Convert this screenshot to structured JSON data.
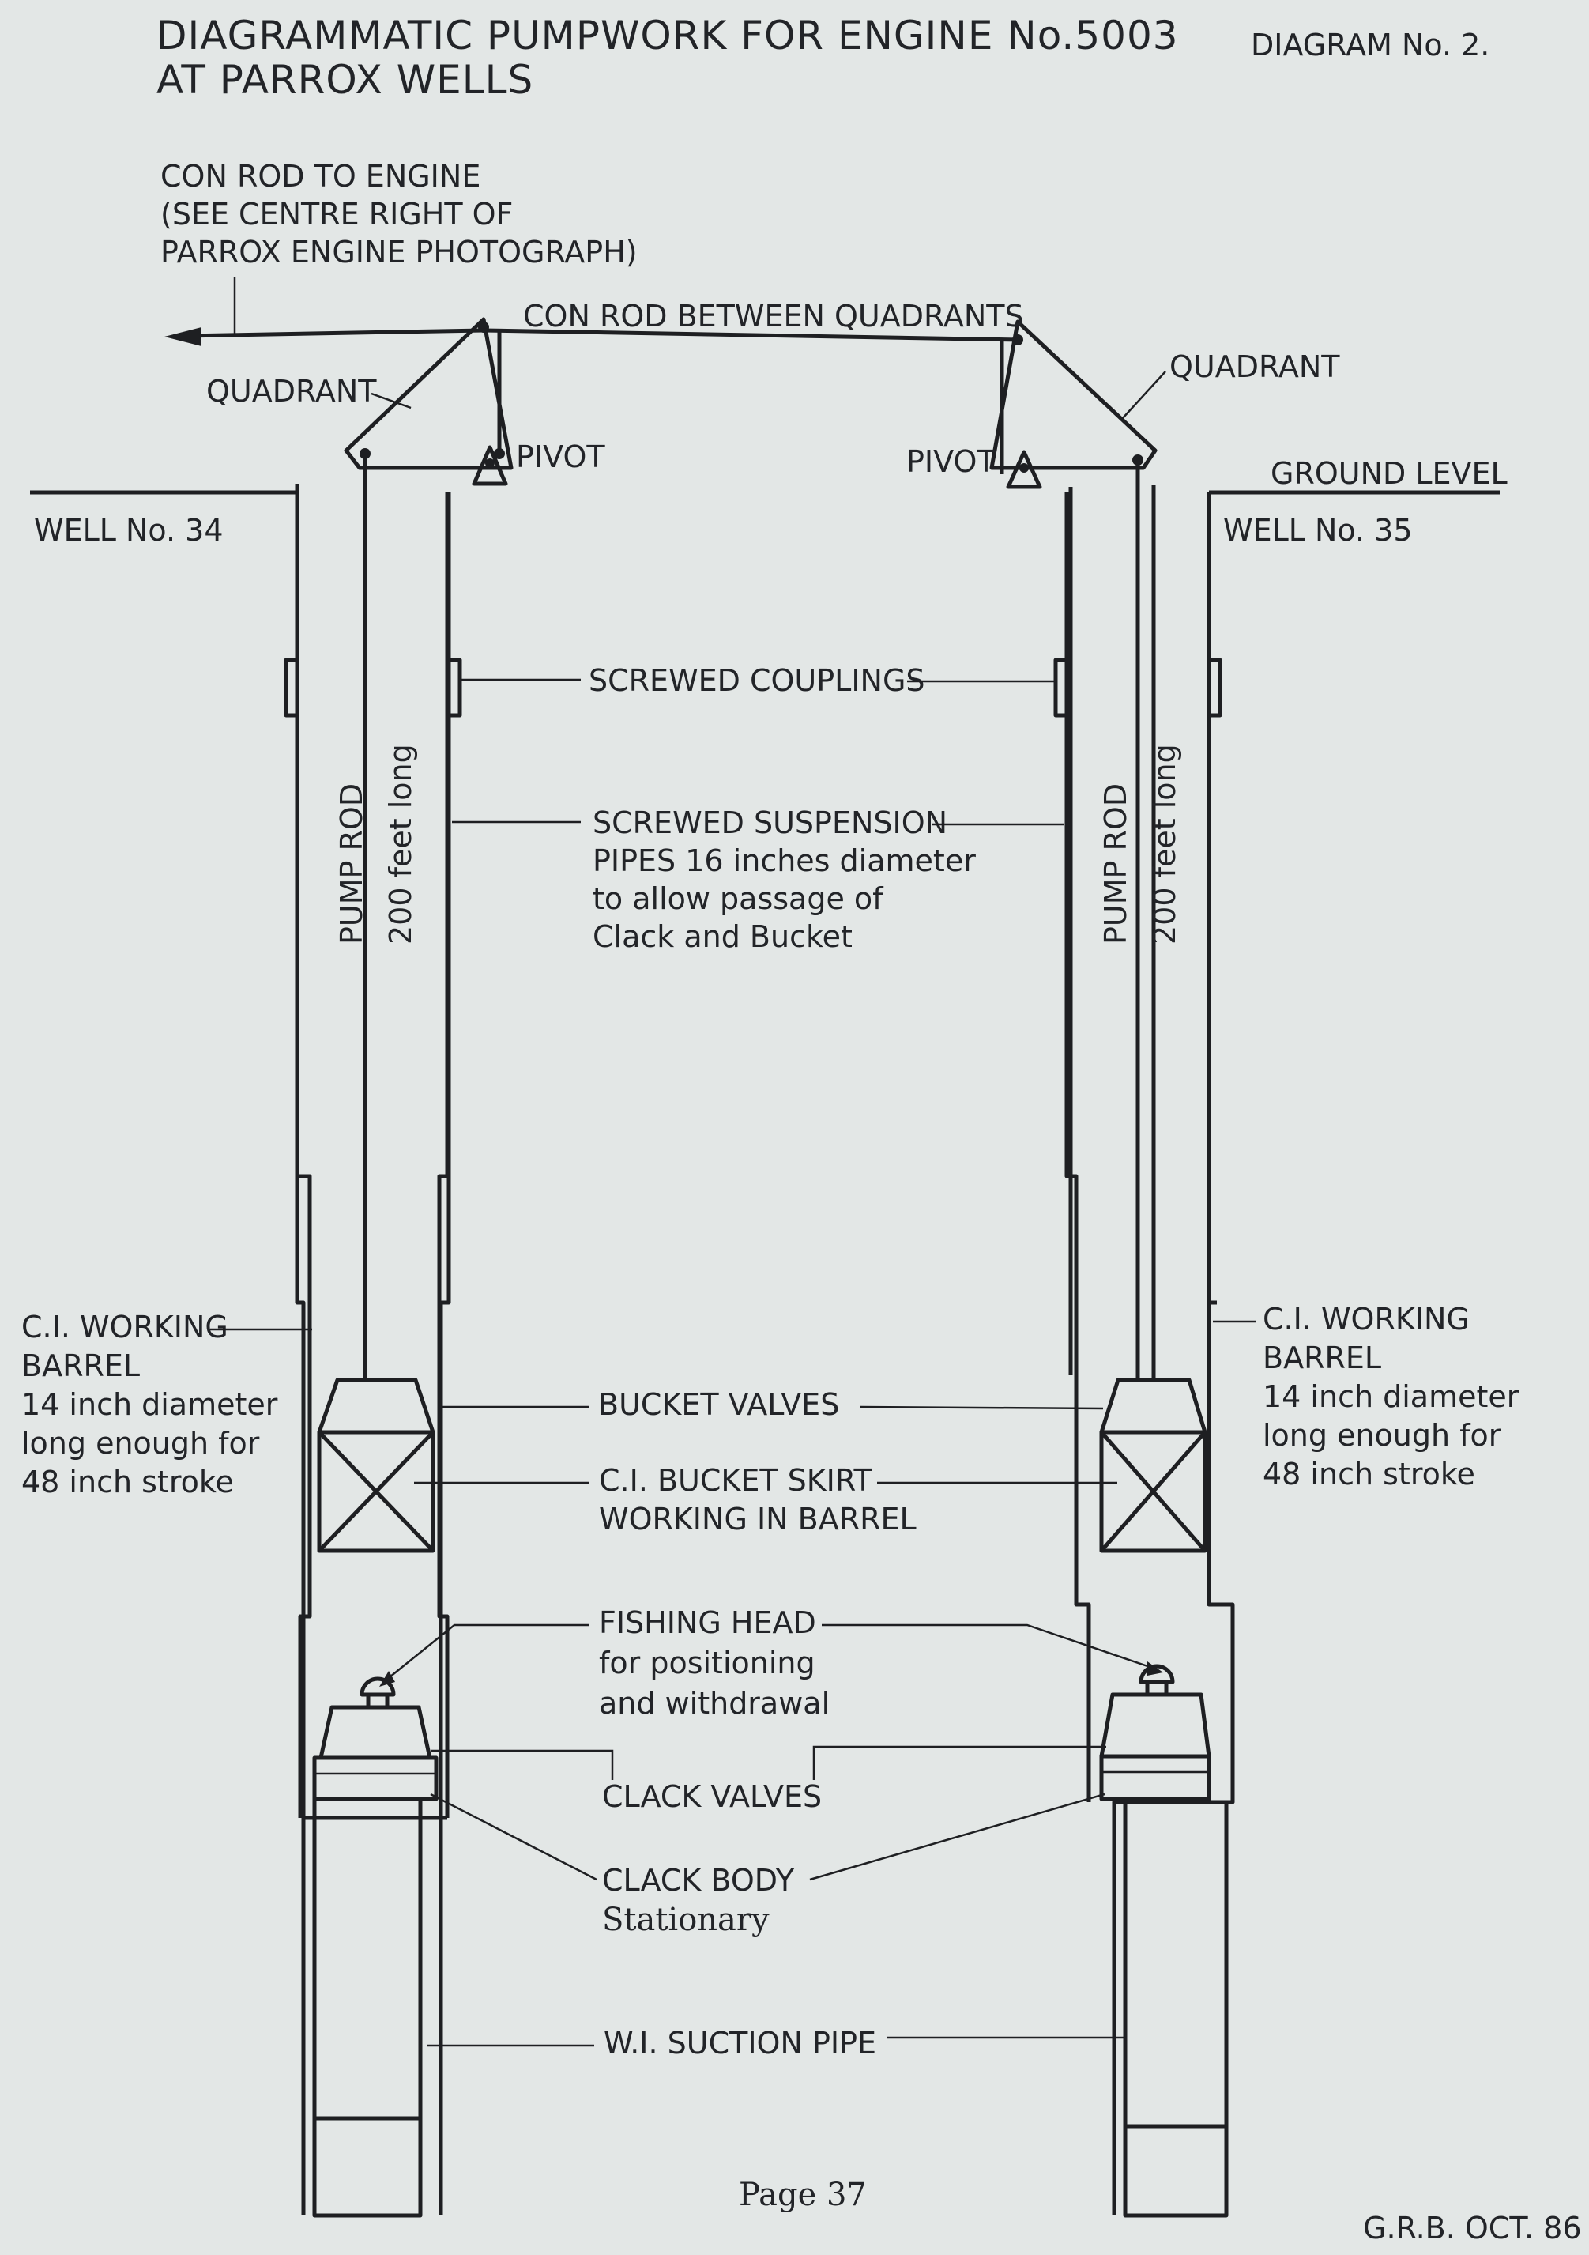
{
  "title": {
    "line1": "DIAGRAMMATIC PUMPWORK FOR ENGINE No.5003",
    "line2": "AT PARROX WELLS",
    "diagram_number": "DIAGRAM No. 2."
  },
  "labels": {
    "con_rod_engine": [
      "CON ROD TO ENGINE",
      "(SEE CENTRE RIGHT OF",
      "PARROX ENGINE PHOTOGRAPH)"
    ],
    "con_rod_between": "CON ROD BETWEEN QUADRANTS",
    "quadrant_left": "QUADRANT",
    "quadrant_right": "QUADRANT",
    "pivot_left": "PIVOT",
    "pivot_right": "PIVOT",
    "ground_level": "GROUND LEVEL",
    "well_left": "WELL No. 34",
    "well_right": "WELL No. 35",
    "screwed_couplings": "SCREWED COUPLINGS",
    "suspension_pipes": [
      "SCREWED SUSPENSION",
      "PIPES 16 inches diameter",
      "to allow passage of",
      "Clack and Bucket"
    ],
    "pump_rod": "PUMP ROD",
    "pump_rod_length": "200 feet long",
    "working_barrel": [
      "C.I. WORKING",
      "BARREL",
      "14 inch diameter",
      "long enough for",
      "48 inch stroke"
    ],
    "bucket_valves": "BUCKET VALVES",
    "bucket_skirt": [
      "C.I. BUCKET SKIRT",
      "WORKING IN BARREL"
    ],
    "fishing_head": [
      "FISHING HEAD",
      "for positioning",
      "and withdrawal"
    ],
    "clack_valves": "CLACK VALVES",
    "clack_body": [
      "CLACK BODY",
      "Stationary"
    ],
    "suction_pipe": "W.I. SUCTION PIPE"
  },
  "footer": {
    "page": "Page 37",
    "signature": "G.R.B. OCT. 86"
  },
  "colors": {
    "paper": "#e3e7e6",
    "ink": "#1e1f22"
  }
}
